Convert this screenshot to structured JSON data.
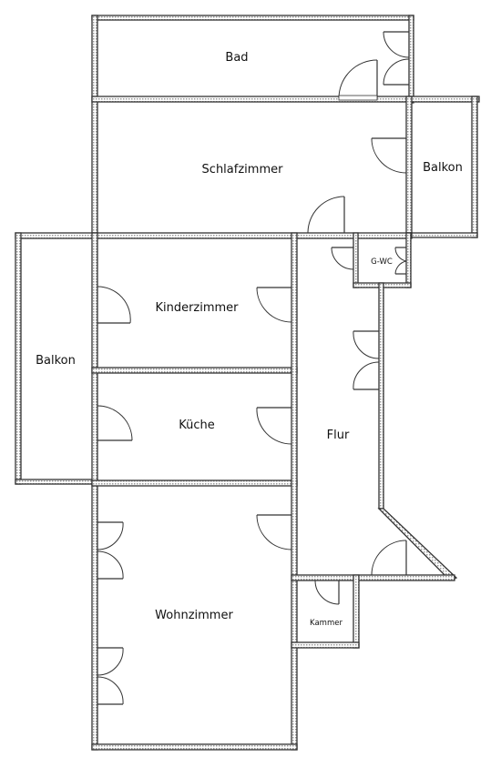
{
  "rooms": {
    "bad": "Bad",
    "schlafzimmer": "Schlafzimmer",
    "balkon_right": "Balkon",
    "gwc": "G-WC",
    "kinderzimmer": "Kinderzimmer",
    "balkon_left": "Balkon",
    "kueche": "Küche",
    "flur": "Flur",
    "wohnzimmer": "Wohnzimmer",
    "kammer": "Kammer"
  },
  "colors": {
    "wall_line": "#333333",
    "background": "#ffffff"
  }
}
